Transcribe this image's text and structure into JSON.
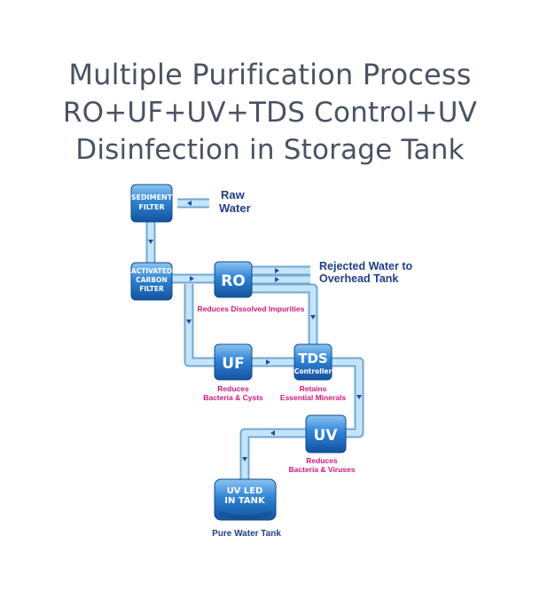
{
  "title": {
    "line1": "Multiple Purification Process",
    "line2": "RO+UF+UV+TDS Control+UV",
    "line3": "Disinfection in Storage Tank"
  },
  "nodes": {
    "sediment": {
      "line1": "SEDIMENT",
      "line2": "FILTER"
    },
    "carbon": {
      "line1": "ACTIVATED",
      "line2": "CARBON",
      "line3": "FILTER"
    },
    "ro": {
      "label": "RO"
    },
    "uf": {
      "label": "UF"
    },
    "tds": {
      "label": "TDS",
      "sub": "Controller"
    },
    "uv": {
      "label": "UV"
    },
    "tank": {
      "line1": "UV LED",
      "line2": "IN TANK"
    }
  },
  "labels": {
    "raw_water_1": "Raw",
    "raw_water_2": "Water",
    "rejected_1": "Rejected Water to",
    "rejected_2": "Overhead Tank",
    "ro_desc": "Reduces Dissolved Impurities",
    "uf_desc_1": "Reduces",
    "uf_desc_2": "Bacteria & Cysts",
    "tds_desc_1": "Retains",
    "tds_desc_2": "Essential Minerals",
    "uv_desc_1": "Reduces",
    "uv_desc_2": "Bacteria & Viruses",
    "tank_label": "Pure Water Tank"
  },
  "colors": {
    "title": "#4a5363",
    "pipe": "#a8d4ee",
    "pipe_edge": "#6fa9d4",
    "node": "#1e6fc3",
    "label_blue": "#1f3f88",
    "label_pink": "#d3177a"
  }
}
